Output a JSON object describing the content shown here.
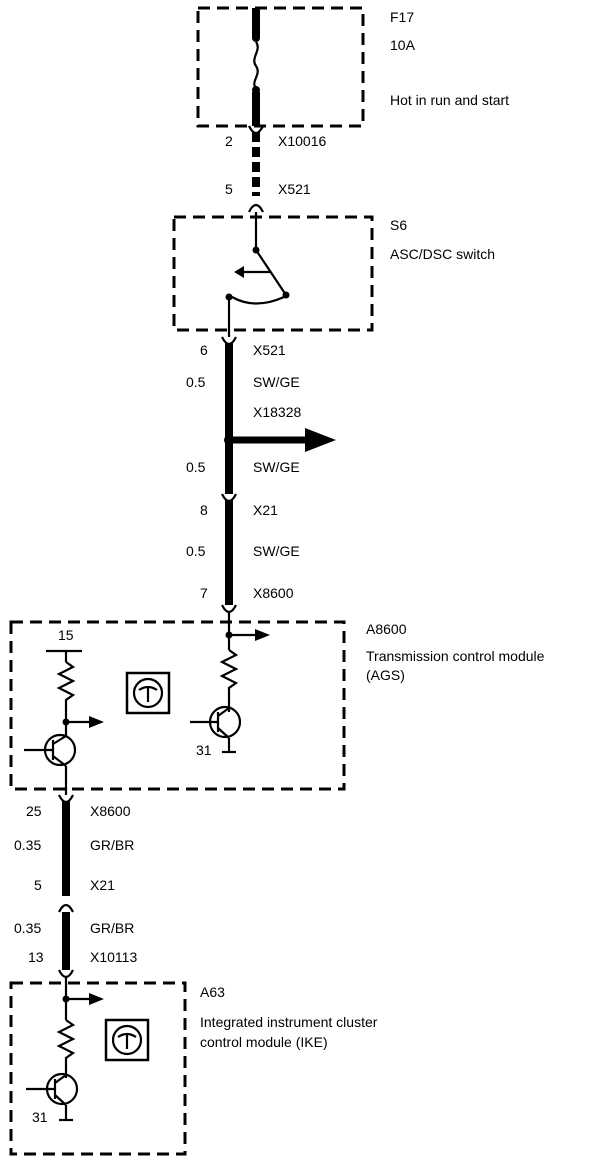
{
  "fuse": {
    "id": "F17",
    "rating": "10A",
    "note": "Hot in run and start"
  },
  "connectors": {
    "c1": {
      "pin": "2",
      "name": "X10016"
    },
    "c2": {
      "pin": "5",
      "name": "X521"
    },
    "c3": {
      "pin": "6",
      "name": "X521"
    },
    "c4": {
      "name": "X18328"
    },
    "c5": {
      "pin": "8",
      "name": "X21"
    },
    "c6": {
      "pin": "7",
      "name": "X8600"
    },
    "c7": {
      "pin": "25",
      "name": "X8600"
    },
    "c8": {
      "pin": "5",
      "name": "X21"
    },
    "c9": {
      "pin": "13",
      "name": "X10113"
    }
  },
  "wires": {
    "w1": {
      "size": "0.5",
      "color": "SW/GE"
    },
    "w2": {
      "size": "0.5",
      "color": "SW/GE"
    },
    "w3": {
      "size": "0.5",
      "color": "SW/GE"
    },
    "w4": {
      "size": "0.35",
      "color": "GR/BR"
    },
    "w5": {
      "size": "0.35",
      "color": "GR/BR"
    }
  },
  "switch": {
    "id": "S6",
    "name": "ASC/DSC switch"
  },
  "tcm": {
    "id": "A8600",
    "name_line1": "Transmission control module",
    "name_line2": "(AGS)",
    "pin_supply": "15",
    "pin_ground": "31"
  },
  "ike": {
    "id": "A63",
    "name_line1": "Integrated instrument cluster",
    "name_line2": "control module (IKE)",
    "pin_ground": "31"
  }
}
